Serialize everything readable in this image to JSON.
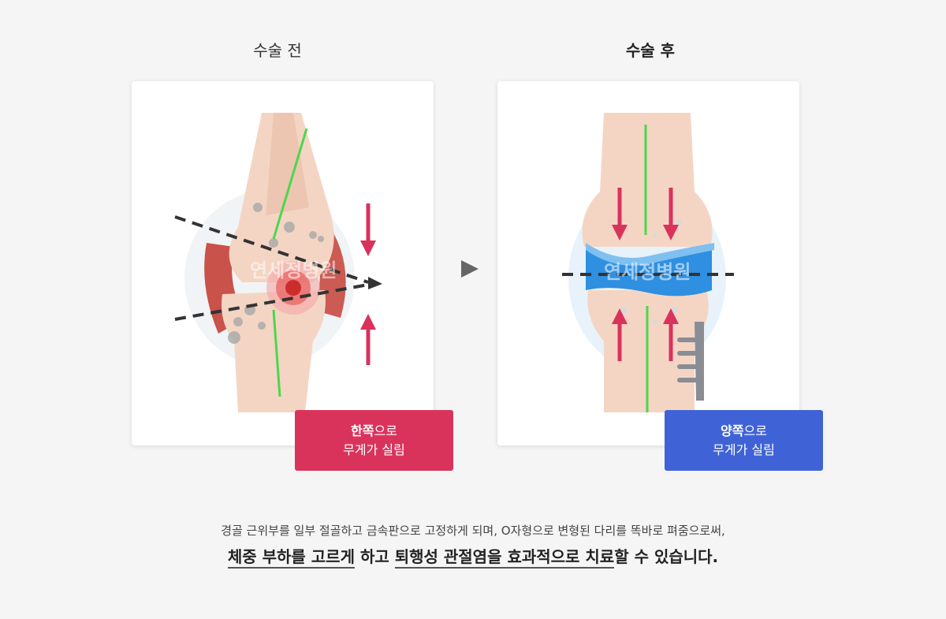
{
  "before": {
    "title": "수술 전",
    "badge_strong": "한쪽",
    "badge_rest": "으로",
    "badge_line2": "무게가 실림",
    "badge_color": "#d9335c"
  },
  "after": {
    "title": "수술 후",
    "badge_strong": "양쪽",
    "badge_rest": "으로",
    "badge_line2": "무게가 실림",
    "badge_color": "#3f63d6"
  },
  "caption": {
    "line1": "경골 근위부를 일부 절골하고 금속판으로 고정하게 되며, O자형으로 변형된 다리를 똑바로 펴줌으로써,",
    "seg1": "체중 부하를 고르게",
    "seg2": " 하고 ",
    "seg3": "퇴행성 관절염을 효과적으로 치료",
    "seg4": "할 수 있습니다."
  },
  "watermark": "연세정병원"
}
